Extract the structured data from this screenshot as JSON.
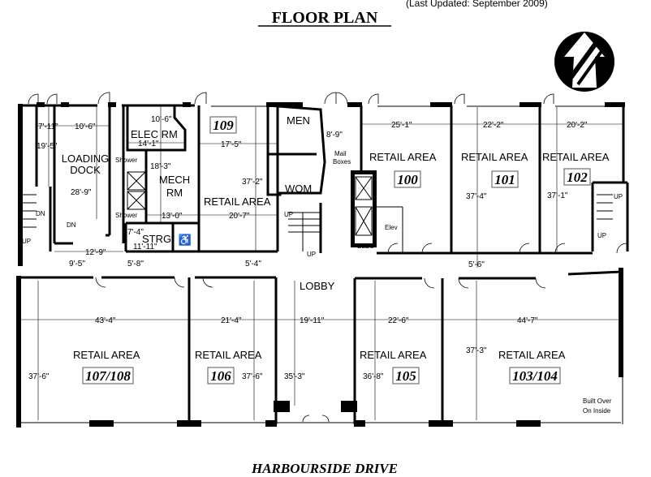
{
  "header": {
    "title": "FLOOR PLAN",
    "last_updated": "(Last Updated:  September 2009)"
  },
  "street": "HARBOURSIDE DRIVE",
  "north_arrow": "north-arrow-icon",
  "rooms": {
    "loading_dock": [
      "LOADING",
      "DOCK"
    ],
    "elec_rm": "ELEC RM",
    "mech_rm": [
      "MECH",
      "RM"
    ],
    "strg": "STRG",
    "shower": "Shower",
    "men": "MEN",
    "wom": "WOM",
    "mail_boxes": [
      "Mail",
      "Boxes"
    ],
    "elev": "Elev",
    "elec": "ELEC",
    "lobby": "LOBBY",
    "retail_area": "RETAIL AREA",
    "built_over": [
      "Built Over",
      "On Inside"
    ]
  },
  "units": [
    "109",
    "100",
    "101",
    "102",
    "107/108",
    "106",
    "105",
    "103/104"
  ],
  "stairs": {
    "up": "UP",
    "dn": "DN"
  },
  "dimensions": {
    "d7_11": "7'-11\"",
    "d10_6a": "10'-6\"",
    "d19_5": "19'-5\"",
    "d28_9": "28'-9\"",
    "d10_6b": "10'-6\"",
    "d14_1": "14'-1\"",
    "d18_3": "18'-3\"",
    "d13_0": "13'-0\"",
    "d7_4": "7'-4\"",
    "d11_11": "11'-11\"",
    "d12_9": "12'-9\"",
    "d9_5": "9'-5\"",
    "d5_8": "5'-8\"",
    "d17_5": "17'-5\"",
    "d37_2": "37'-2\"",
    "d20_7": "20'-7\"",
    "d5_4": "5'-4\"",
    "d8_9": "8'-9\"",
    "d25_1": "25'-1\"",
    "d22_2": "22'-2\"",
    "d20_2": "20'-2\"",
    "d37_4": "37'-4\"",
    "d37_1": "37'-1\"",
    "d5_6": "5'-6\"",
    "d43_4": "43'-4\"",
    "d21_4": "21'-4\"",
    "d19_11": "19'-11\"",
    "d22_6": "22'-6\"",
    "d44_7": "44'-7\"",
    "d37_6a": "37'-6\"",
    "d37_6b": "37'-6\"",
    "d35_3": "35'-3\"",
    "d36_8": "36'-8\"",
    "d37_3": "37'-3\""
  }
}
